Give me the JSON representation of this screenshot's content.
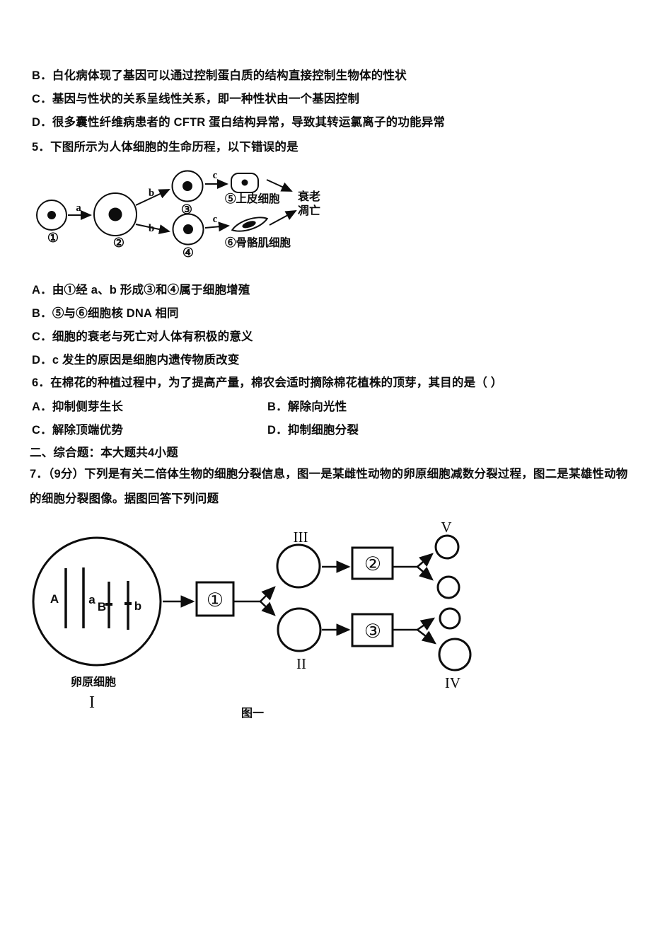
{
  "q4": {
    "options": [
      "B．白化病体现了基因可以通过控制蛋白质的结构直接控制生物体的性状",
      "C．基因与性状的关系呈线性关系，即一种性状由一个基因控制",
      "D．很多囊性纤维病患者的 CFTR 蛋白结构异常，导致其转运氯离子的功能异常"
    ]
  },
  "q5": {
    "stem": "5．下图所示为人体细胞的生命历程，以下错误的是",
    "figure": {
      "cell1": "①",
      "cell2": "②",
      "cell3": "③",
      "cell4": "④",
      "arrow_a": "a",
      "arrow_b_top": "b",
      "arrow_b_bottom": "b",
      "arrow_c_top": "c",
      "arrow_c_bottom": "c",
      "cell5_caption": "⑤上皮细胞",
      "cell6_caption": "⑥骨骼肌细胞",
      "fate_line1": "衰老",
      "fate_line2": "凋亡"
    },
    "options": [
      "A．由①经 a、b 形成③和④属于细胞增殖",
      "B．⑤与⑥细胞核 DNA 相同",
      "C．细胞的衰老与死亡对人体有积极的意义",
      "D．c 发生的原因是细胞内遗传物质改变"
    ]
  },
  "q6": {
    "stem": "6．在棉花的种植过程中，为了提高产量，棉农会适时摘除棉花植株的顶芽，其目的是（ ）",
    "options_left": [
      "A．抑制侧芽生长",
      "C．解除顶端优势"
    ],
    "options_right": [
      "B．解除向光性",
      "D．抑制细胞分裂"
    ]
  },
  "section2_header": "二、综合题：本大题共4小题",
  "q7": {
    "stem_line1": "7．（9分）下列是有关二倍体生物的细胞分裂信息，图一是某雌性动物的卵原细胞减数分裂过程，图二是某雄性动物",
    "stem_line2": "的细胞分裂图像。据图回答下列问题",
    "figure": {
      "chrom_labels": [
        "A",
        "a",
        "B",
        "b"
      ],
      "cell_caption": "卵原细胞",
      "stage_I": "I",
      "stage_II": "II",
      "stage_III": "III",
      "stage_IV": "IV",
      "stage_V": "V",
      "process1": "①",
      "process2": "②",
      "process3": "③",
      "figure_caption": "图一"
    }
  }
}
